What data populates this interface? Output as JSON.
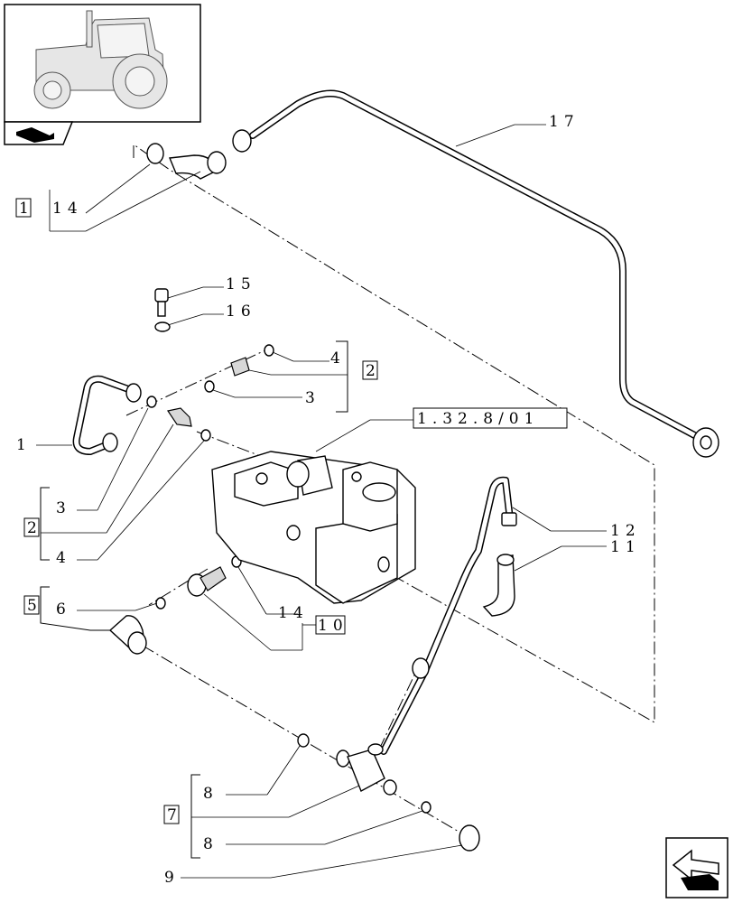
{
  "labels": {
    "l17": "17",
    "l114a": "14",
    "b1": "1",
    "l15": "15",
    "l16": "16",
    "l4a": "4",
    "b2a": "2",
    "l3a": "3",
    "ref": "1.32.8/01",
    "l1": "1",
    "l3b": "3",
    "b2b": "2",
    "l4b": "4",
    "l12": "12",
    "l11": "11",
    "b5": "5",
    "l6": "6",
    "l14b": "14",
    "b10": "10",
    "l8a": "8",
    "b7": "7",
    "l8b": "8",
    "l9": "9"
  },
  "icons": {
    "thumbnail": "tractor-thumbnail-icon",
    "book": "book-icon",
    "nav": "next-page-arrow-icon"
  }
}
